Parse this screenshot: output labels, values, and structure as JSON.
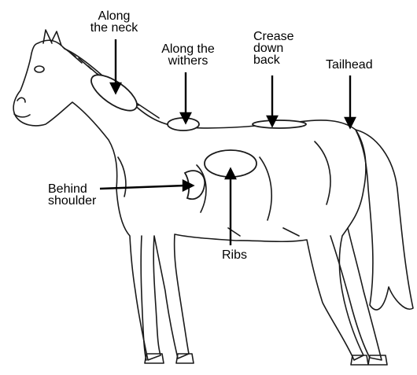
{
  "labels": {
    "along_neck": [
      "Along",
      "the neck"
    ],
    "along_withers": [
      "Along the",
      "withers"
    ],
    "crease_back": [
      "Crease",
      "down",
      "back"
    ],
    "tailhead": "Tailhead",
    "behind_shoulder": [
      "Behind",
      "shoulder"
    ],
    "ribs": "Ribs"
  },
  "colors": {
    "line": "#1a1a1a",
    "ink": "#000000",
    "background": "#ffffff"
  },
  "icons": [
    "horse-illustration"
  ]
}
